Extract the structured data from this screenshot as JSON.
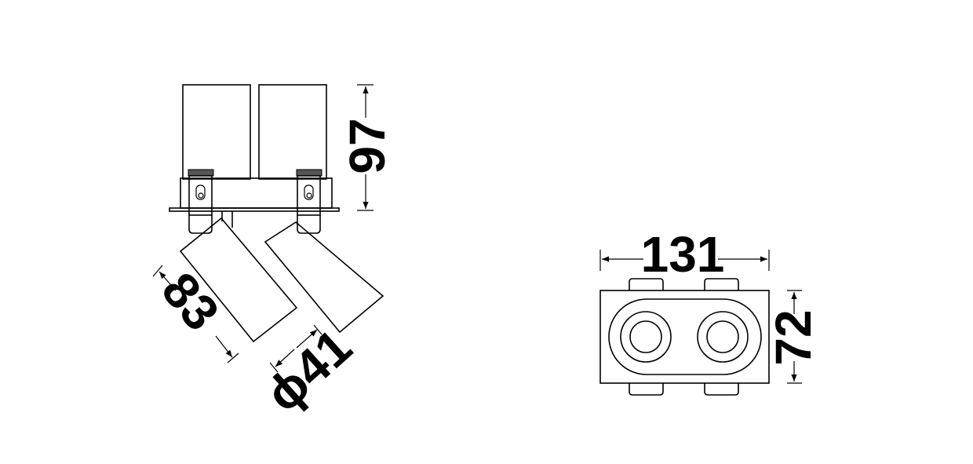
{
  "side_view": {
    "height_label": "97",
    "length_label": "83",
    "diameter_label": "ϕ41"
  },
  "front_view": {
    "width_label": "131",
    "depth_label": "72"
  }
}
